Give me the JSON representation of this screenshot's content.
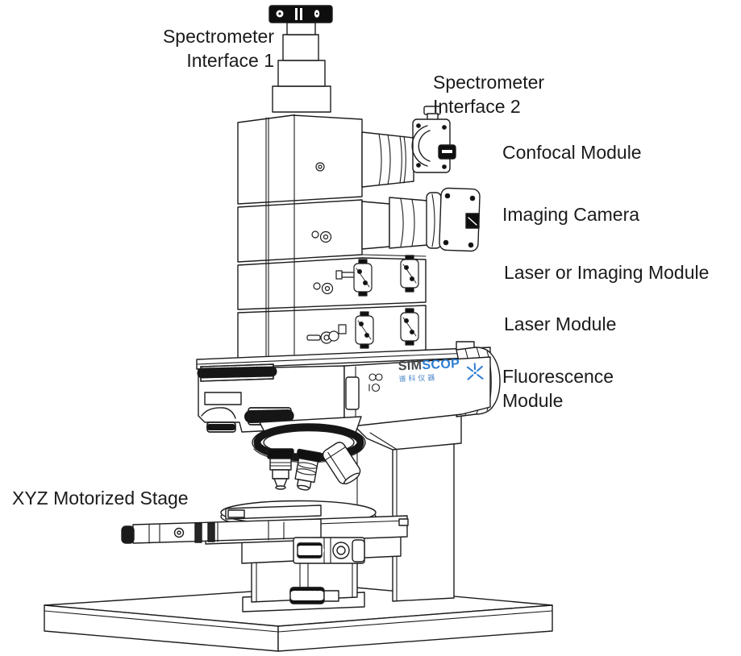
{
  "diagram": {
    "labels": [
      {
        "id": "spectrometer-interface-1",
        "lines": [
          "Spectrometer",
          "Interface 1"
        ]
      },
      {
        "id": "spectrometer-interface-2",
        "lines": [
          "Spectrometer",
          "Interface 2"
        ]
      },
      {
        "id": "confocal-module",
        "lines": [
          "Confocal Module"
        ]
      },
      {
        "id": "imaging-camera",
        "lines": [
          "Imaging Camera"
        ]
      },
      {
        "id": "laser-or-imaging-module",
        "lines": [
          "Laser or Imaging Module"
        ]
      },
      {
        "id": "laser-module",
        "lines": [
          "Laser Module"
        ]
      },
      {
        "id": "fluorescence-module",
        "lines": [
          "Fluorescence",
          "Module"
        ]
      },
      {
        "id": "xyz-motorized-stage",
        "lines": [
          "XYZ Motorized Stage"
        ]
      }
    ],
    "logo": {
      "sim": "SIM",
      "scop": "SCOP",
      "chinese": "谱科仪器",
      "icon": "starburst-icon"
    },
    "colors": {
      "background": "#ffffff",
      "line_art": "#1c1c1c",
      "dark_fill": "#101010",
      "label_text": "#1b1b1b",
      "logo_dark": "#43464a",
      "logo_blue": "#2d7dd2",
      "logo_chinese_blue": "#4a86c8"
    }
  }
}
